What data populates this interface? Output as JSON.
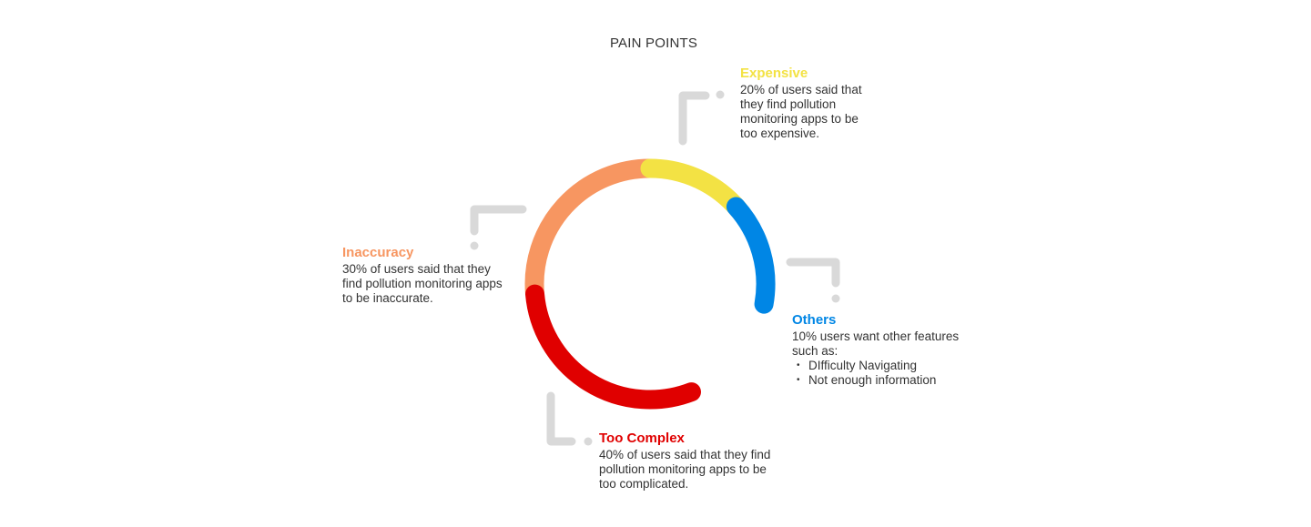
{
  "chart_data": {
    "type": "pie",
    "title": "PAIN POINTS",
    "segments": [
      {
        "name": "Too Complex",
        "value": 40,
        "color": "#e00000",
        "description": "40% of users said that they find pollution monitoring apps to be too complicated."
      },
      {
        "name": "Inaccuracy",
        "value": 30,
        "color": "#f79661",
        "description": "30% of users said that they find pollution monitoring apps to be inaccurate."
      },
      {
        "name": "Expensive",
        "value": 20,
        "color": "#f3e244",
        "description": "20% of users said that they find pollution monitoring apps to be too expensive."
      },
      {
        "name": "Others",
        "value": 10,
        "color": "#0086e5",
        "description": "10% users want other features such as:",
        "bullets": [
          "DIfficulty Navigating",
          "Not enough information"
        ]
      }
    ]
  }
}
